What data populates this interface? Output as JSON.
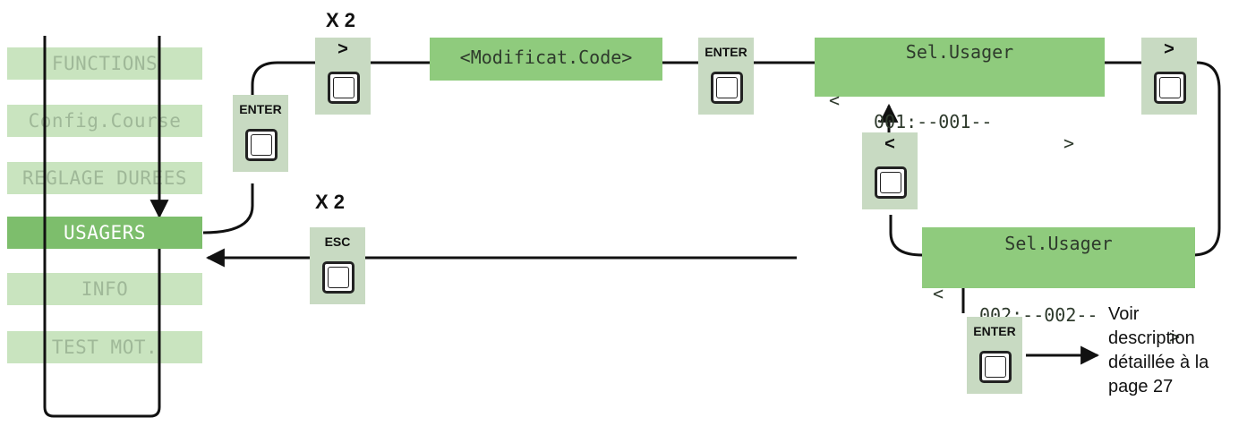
{
  "menu": {
    "items": [
      {
        "label": "FUNCTIONS",
        "active": false
      },
      {
        "label": "Config.Course",
        "active": false
      },
      {
        "label": "REGLAGE DUREES",
        "active": false
      },
      {
        "label": "USAGERS",
        "active": true
      },
      {
        "label": "INFO",
        "active": false
      },
      {
        "label": "TEST MOT.",
        "active": false
      }
    ]
  },
  "buttons": {
    "enter_1": "ENTER",
    "right_1": ">",
    "enter_2": "ENTER",
    "right_2": ">",
    "left_1": "<",
    "esc": "ESC",
    "enter_3": "ENTER"
  },
  "labels": {
    "repeat_top": "X 2",
    "repeat_bottom": "X 2"
  },
  "displays": {
    "modif": {
      "text": "<Modificat.Code>"
    },
    "usager1": {
      "line1": "Sel.Usager",
      "left": "<",
      "value": "001:--001--",
      "right": ">"
    },
    "usager2": {
      "line1": "Sel.Usager",
      "left": "<",
      "value": "002:--002--",
      "right": ">"
    }
  },
  "note": {
    "lines": [
      "Voir",
      "description",
      "détaillée à la",
      "page 27"
    ]
  },
  "colors": {
    "lcd": "#8fcb7d",
    "menu_inactive": "#c9e4bf",
    "menu_active": "#7dbe6c",
    "button_bg": "#c8dac2"
  }
}
